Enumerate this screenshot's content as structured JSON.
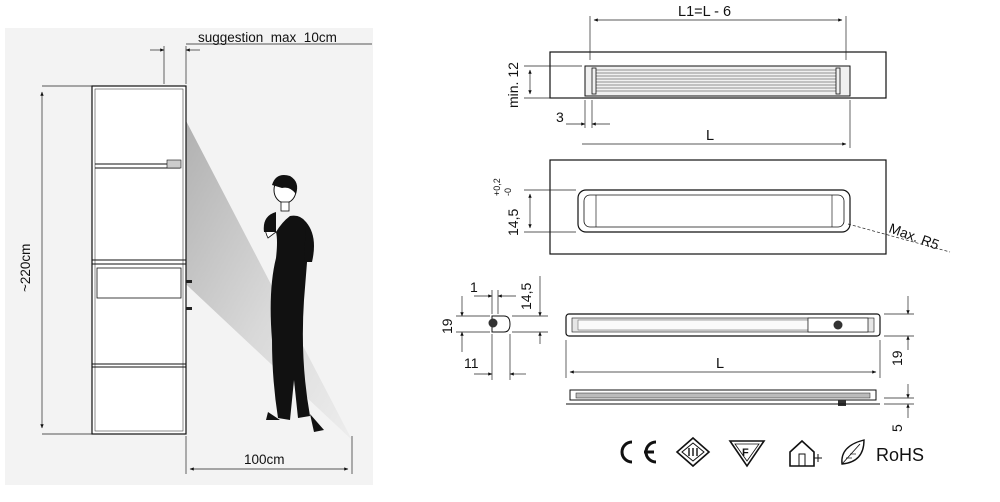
{
  "left": {
    "suggestion": "suggestion  max  10cm",
    "height": "~220cm",
    "width": "100cm"
  },
  "top_view": {
    "l1": "L1=L - 6",
    "min": "min. 12",
    "three": "3",
    "l": "L"
  },
  "mid_view": {
    "height_main": "14,5",
    "tol_plus": "+0,2",
    "tol_minus": "-0",
    "radius": "Max. R5"
  },
  "side_view": {
    "one": "1",
    "fourteen": "14,5",
    "nineteen": "19",
    "eleven": "11"
  },
  "front_view": {
    "l": "L",
    "nineteen": "19",
    "five": "5"
  },
  "certs": {
    "rohs": "RoHS",
    "ce_icon": "ce-mark-icon",
    "class3_icon": "class-iii-icon",
    "f_icon": "f-mark-icon",
    "house_icon": "house-icon",
    "leaf_icon": "leaf-icon"
  }
}
